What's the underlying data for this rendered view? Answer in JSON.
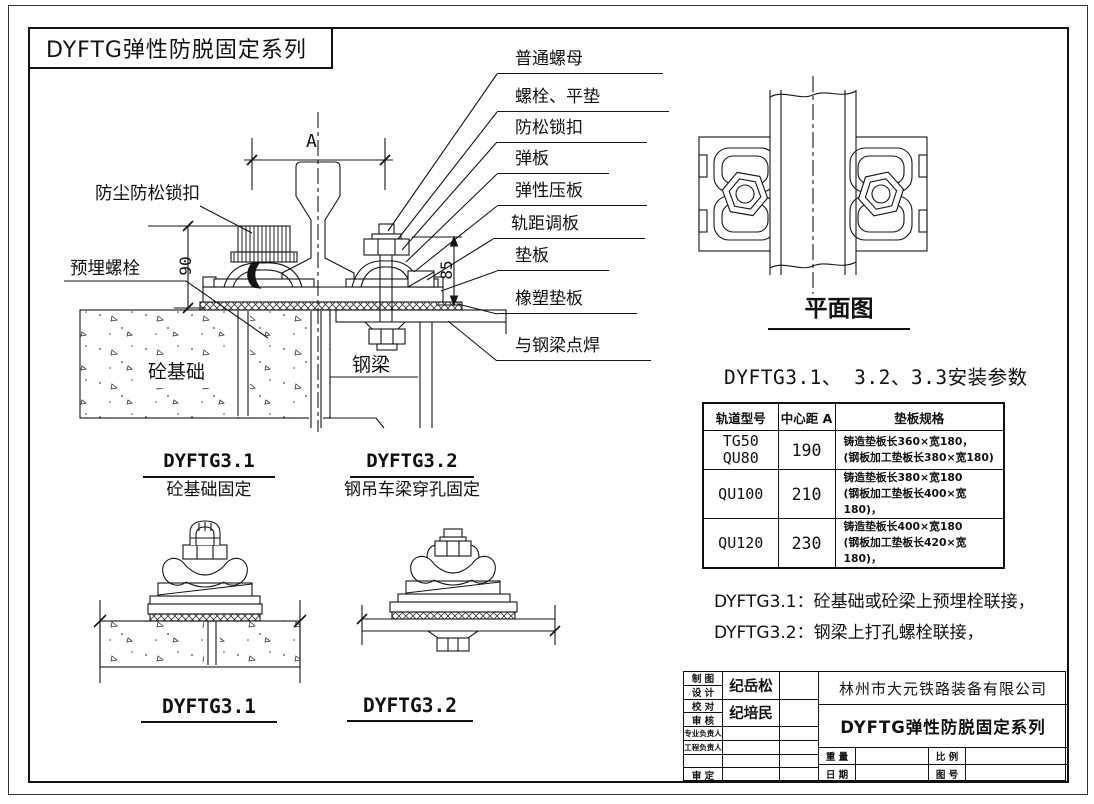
{
  "frame": {
    "title": "DYFTG弹性防脱固定系列"
  },
  "main_view": {
    "callouts": [
      "普通螺母",
      "螺栓、平垫",
      "防松锁扣",
      "弹板",
      "弹性压板",
      "轨距调板",
      "垫板",
      "橡塑垫板",
      "与钢梁点焊"
    ],
    "left_labels": {
      "dust_lock": "防尘防松锁扣",
      "embed_bolt": "预埋螺栓",
      "concrete": "砼基础",
      "steel_beam": "钢梁"
    },
    "dims": {
      "a": "A",
      "d90": "90",
      "d85": "85"
    }
  },
  "plan_view": {
    "caption": "平面图"
  },
  "variants": {
    "top": [
      {
        "code": "DYFTG3.1",
        "name": "砼基础固定"
      },
      {
        "code": "DYFTG3.2",
        "name": "钢吊车梁穿孔固定"
      }
    ],
    "bottom": [
      {
        "code": "DYFTG3.1"
      },
      {
        "code": "DYFTG3.2"
      }
    ]
  },
  "params": {
    "title": "DYFTG3.1、 3.2、3.3安装参数",
    "headers": [
      "轨道型号",
      "中心距 A",
      "垫板规格"
    ],
    "rows": [
      {
        "models": [
          "TG50",
          "QU80"
        ],
        "center": "190",
        "spec": [
          "铸造垫板长360×宽180，",
          "(钢板加工垫板长380×宽180)"
        ]
      },
      {
        "models": [
          "QU100"
        ],
        "center": "210",
        "spec": [
          "铸造垫板长380×宽180",
          "(钢板加工垫板长400×宽180)，"
        ]
      },
      {
        "models": [
          "QU120"
        ],
        "center": "230",
        "spec": [
          "铸造垫板长400×宽180",
          "(钢板加工垫板长420×宽180)，"
        ]
      }
    ]
  },
  "notes": [
    "DYFTG3.1：砼基础或砼梁上预埋栓联接，",
    "DYFTG3.2：钢梁上打孔螺栓联接，"
  ],
  "title_block": {
    "roles": [
      "制 图",
      "设 计",
      "校 对",
      "审 核",
      "专业负责人",
      "工程负责人",
      "",
      "审 定"
    ],
    "designer": "纪岳松",
    "reviewer": "纪培民",
    "company": "林州市大元铁路装备有限公司",
    "product": "DYFTG弹性防脱固定系列",
    "fields": {
      "weight": "重 量",
      "scale": "比 例",
      "date": "日 期",
      "number": "图 号"
    }
  }
}
